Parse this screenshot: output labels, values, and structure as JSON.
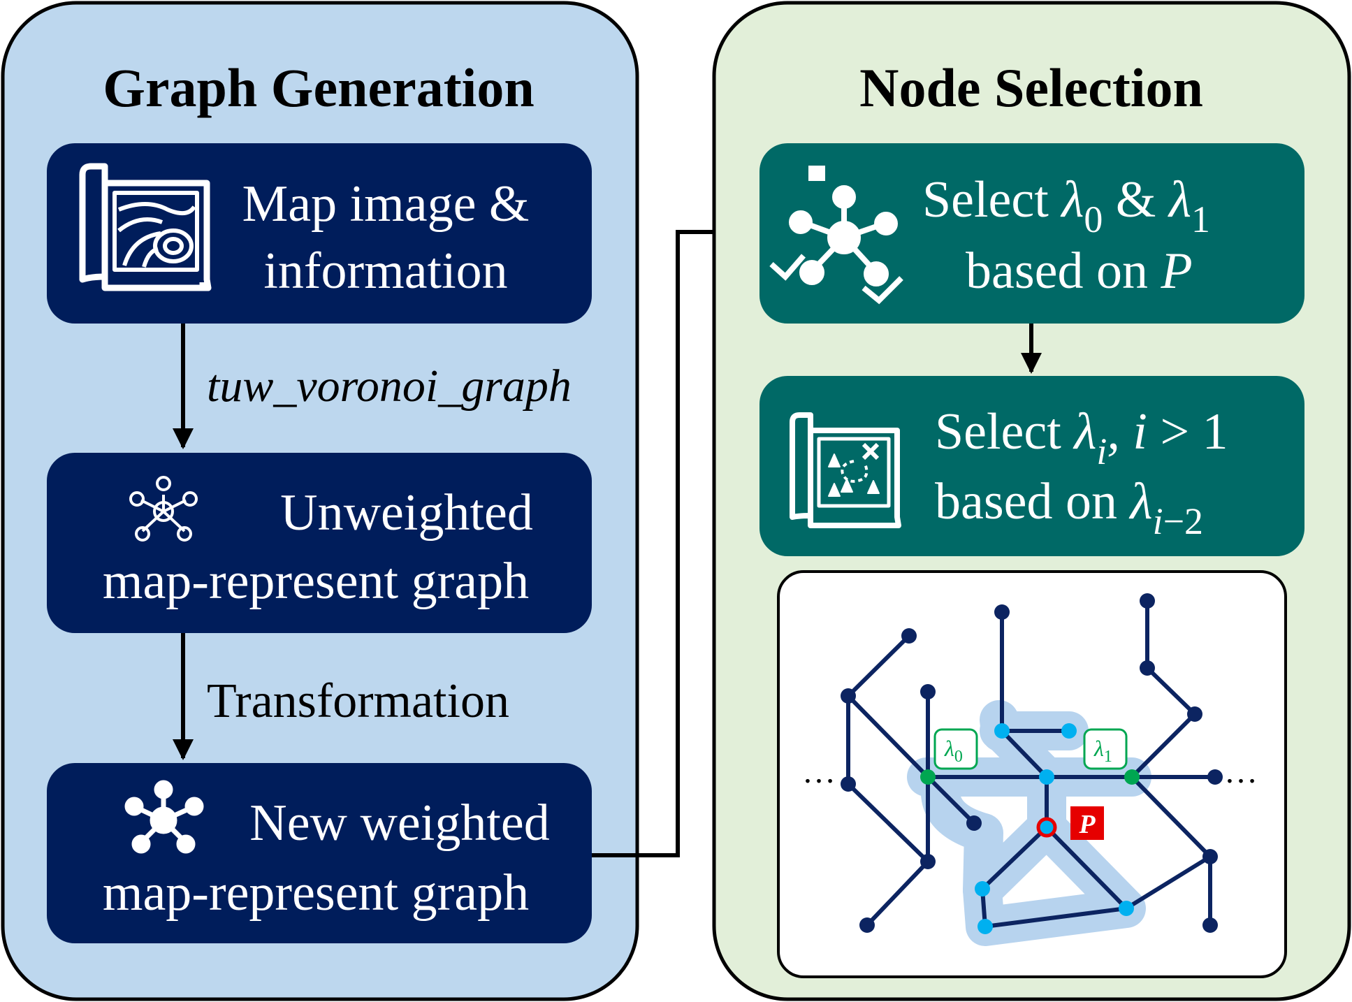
{
  "colors": {
    "left_panel_bg": "#bdd7ee",
    "right_panel_bg": "#e2efd9",
    "navy_box": "#001d5b",
    "teal_box": "#006966",
    "graph_edge": "#0c2461",
    "highlight_blob": "#b7d3ee",
    "cyan_node": "#00b0f0",
    "green_node": "#00a651",
    "label_green": "#00a651",
    "p_red": "#e60000"
  },
  "graph_generation": {
    "title": "Graph Generation",
    "box1": {
      "icon": "map-icon",
      "line1": "Map image &",
      "line2": "information"
    },
    "arrow1_label": "tuw_voronoi_graph",
    "box2": {
      "icon": "network-outline-icon",
      "line1": "Unweighted",
      "line2": "map-represent graph"
    },
    "arrow2_label": "Transformation",
    "box3": {
      "icon": "network-filled-icon",
      "line1": "New weighted",
      "line2": "map-represent graph"
    }
  },
  "node_selection": {
    "title": "Node Selection",
    "box1": {
      "icon": "network-check-icon",
      "line1_prefix": "Select ",
      "lambda": "λ",
      "sub0": "0",
      "amp": " & ",
      "sub1": "1",
      "line2_prefix": "based on ",
      "line2_var": "P"
    },
    "box2": {
      "icon": "treasure-map-icon",
      "line1_prefix": "Select ",
      "lambda": "λ",
      "sub_i": "i",
      "line1_suffix": ", ",
      "i_var": "i",
      "cond": " > 1",
      "line2_prefix": "based on ",
      "sub_i2": "i",
      "sub_minus2": "−2"
    },
    "graph": {
      "ellipsis_left": "…",
      "ellipsis_right": "…",
      "label_l0_lambda": "λ",
      "label_l0_sub": "0",
      "label_l1_lambda": "λ",
      "label_l1_sub": "1",
      "p_label": "P"
    }
  }
}
